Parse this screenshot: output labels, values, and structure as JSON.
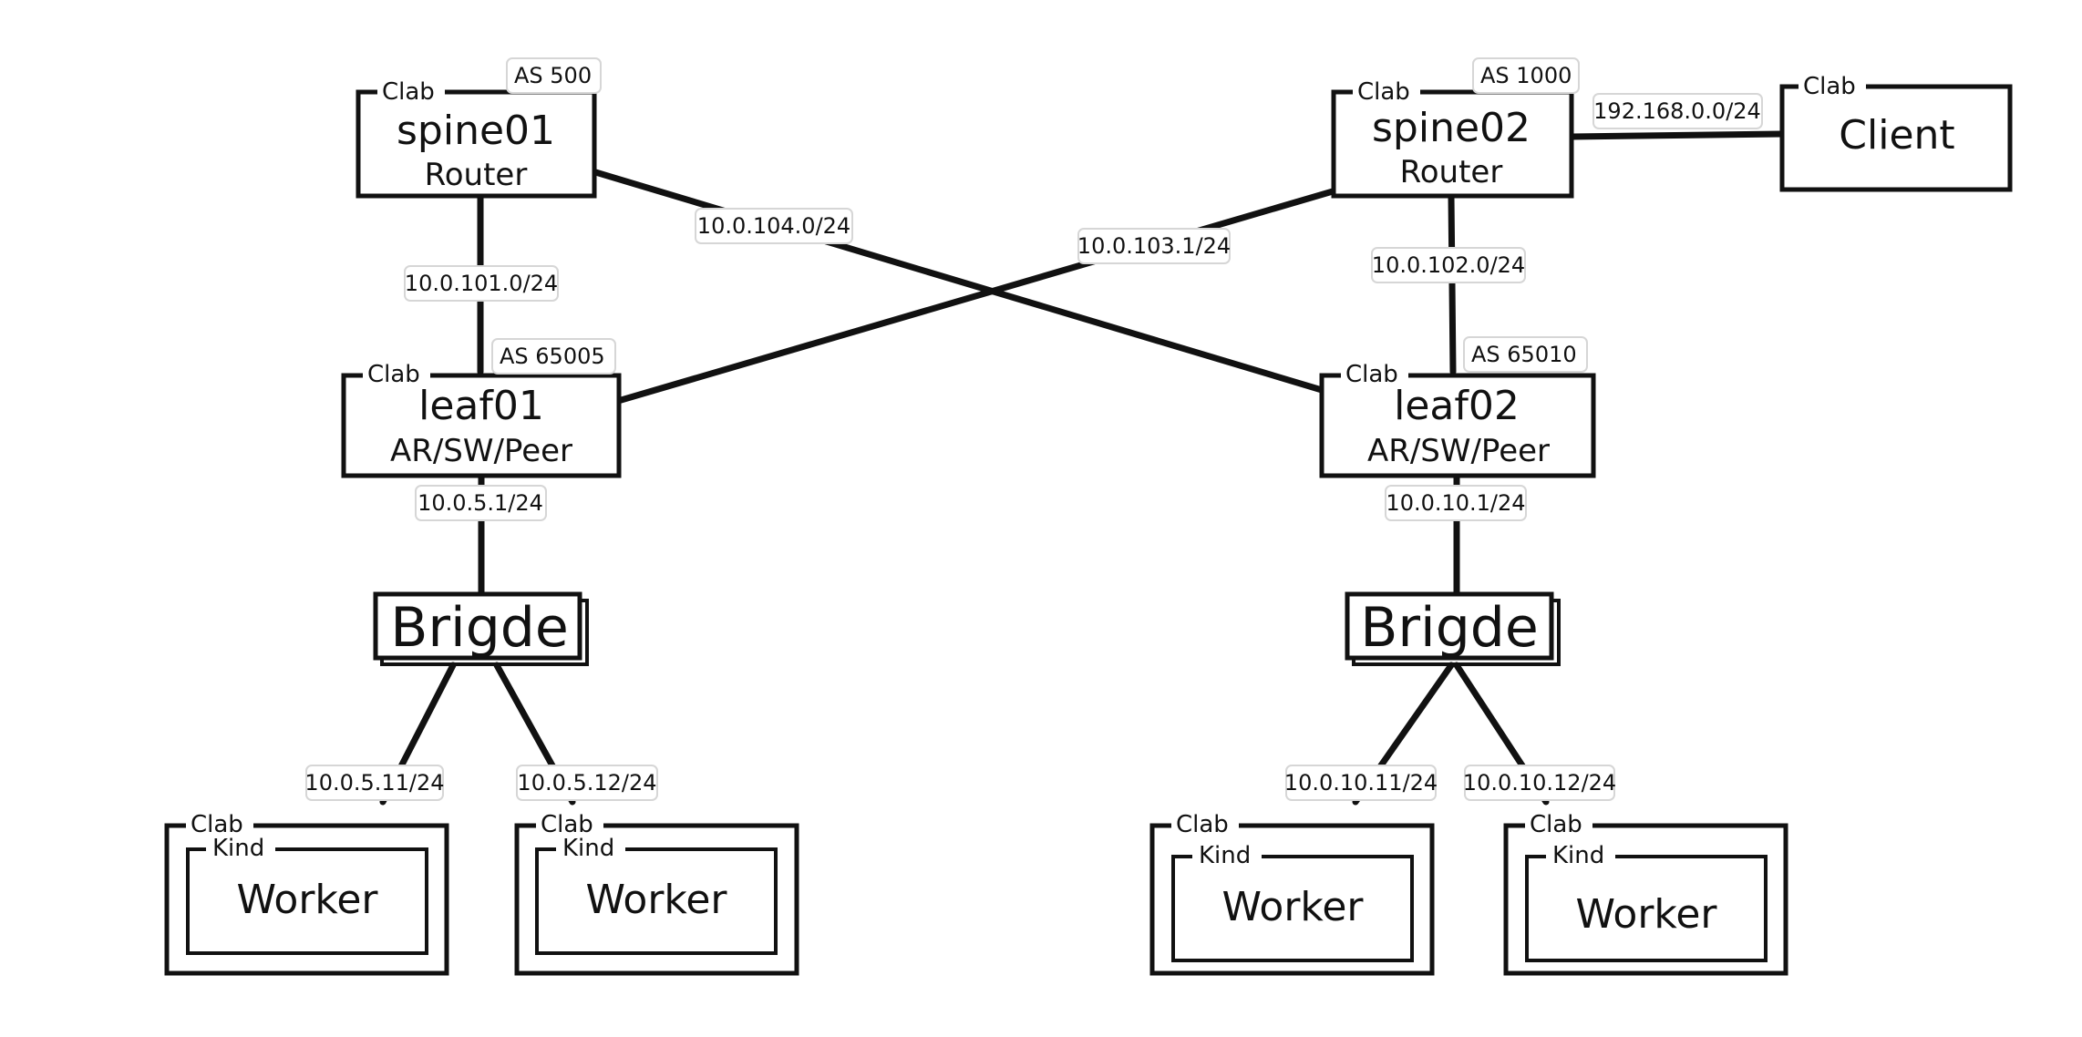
{
  "nodes": {
    "spine01": {
      "badge": "Clab",
      "name": "spine01",
      "role": "Router",
      "as": "AS 500"
    },
    "spine02": {
      "badge": "Clab",
      "name": "spine02",
      "role": "Router",
      "as": "AS 1000"
    },
    "client": {
      "badge": "Clab",
      "name": "Client"
    },
    "leaf01": {
      "badge": "Clab",
      "name": "leaf01",
      "role": "AR/SW/Peer",
      "as": "AS 65005"
    },
    "leaf02": {
      "badge": "Clab",
      "name": "leaf02",
      "role": "AR/SW/Peer",
      "as": "AS 65010"
    },
    "bridge_left": {
      "name": "Brigde"
    },
    "bridge_right": {
      "name": "Brigde"
    },
    "worker1": {
      "outer": "Clab",
      "inner": "Kind",
      "name": "Worker"
    },
    "worker2": {
      "outer": "Clab",
      "inner": "Kind",
      "name": "Worker"
    },
    "worker3": {
      "outer": "Clab",
      "inner": "Kind",
      "name": "Worker"
    },
    "worker4": {
      "outer": "Clab",
      "inner": "Kind",
      "name": "Worker"
    }
  },
  "links": {
    "spine02_client": "192.168.0.0/24",
    "spine01_leaf02": "10.0.104.0/24",
    "spine02_leaf01": "10.0.103.1/24",
    "spine01_leaf01": "10.0.101.0/24",
    "spine02_leaf02": "10.0.102.0/24",
    "leaf01_bridge": "10.0.5.1/24",
    "leaf02_bridge": "10.0.10.1/24",
    "bridge_w1": "10.0.5.11/24",
    "bridge_w2": "10.0.5.12/24",
    "bridge_w3": "10.0.10.11/24",
    "bridge_w4": "10.0.10.12/24"
  }
}
